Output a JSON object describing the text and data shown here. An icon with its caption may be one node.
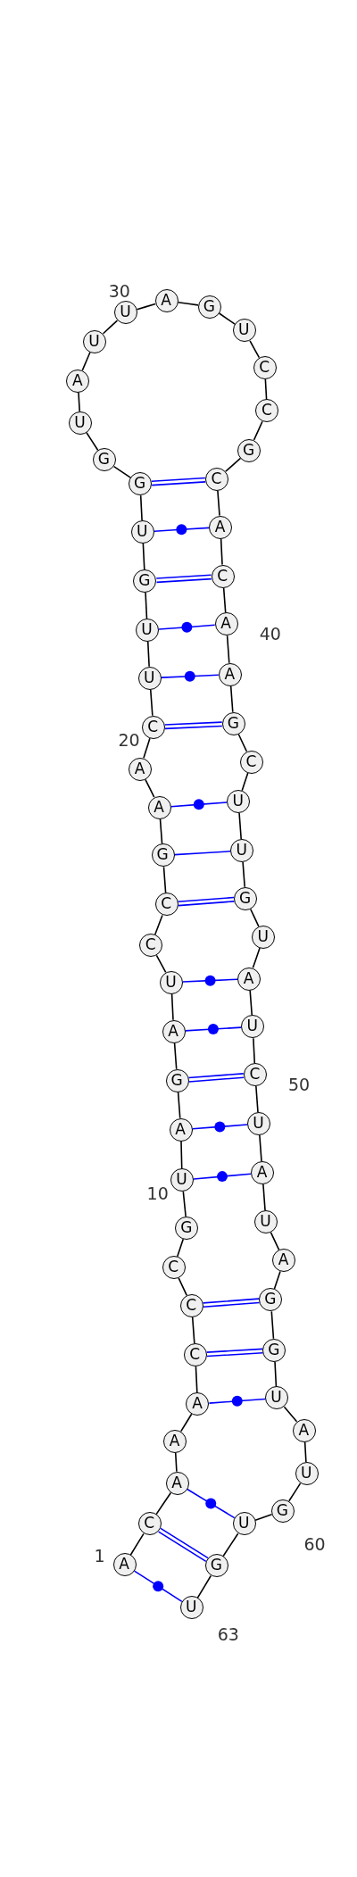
{
  "diagram": {
    "nodes": [
      {
        "text": [
          "A"
        ],
        "beside": [
          "1"
        ]
      },
      {
        "text": [
          "C"
        ]
      },
      {
        "text": [
          "A"
        ]
      },
      {
        "text": [
          "A"
        ]
      },
      {
        "text": [
          "A"
        ]
      },
      {
        "text": [
          "C"
        ]
      },
      {
        "text": [
          "C"
        ]
      },
      {
        "text": [
          "C"
        ]
      },
      {
        "text": [
          "G"
        ]
      },
      {
        "text": [
          "U"
        ],
        "beside": [
          "10"
        ]
      },
      {
        "text": [
          "A"
        ]
      },
      {
        "text": [
          "G"
        ]
      },
      {
        "text": [
          "A"
        ]
      },
      {
        "text": [
          "U"
        ]
      },
      {
        "text": [
          "C"
        ]
      },
      {
        "text": [
          "C"
        ]
      },
      {
        "text": [
          "G"
        ]
      },
      {
        "text": [
          "A"
        ]
      },
      {
        "text": [
          "A"
        ]
      },
      {
        "text": [
          "C"
        ],
        "beside": [
          "20"
        ]
      },
      {
        "text": [
          "U"
        ]
      },
      {
        "text": [
          "U"
        ]
      },
      {
        "text": [
          "G"
        ]
      },
      {
        "text": [
          "U"
        ]
      },
      {
        "text": [
          "G"
        ]
      },
      {
        "text": [
          "G"
        ]
      },
      {
        "text": [
          "U"
        ]
      },
      {
        "text": [
          "A"
        ]
      },
      {
        "text": [
          "U"
        ]
      },
      {
        "text": [
          "U"
        ],
        "beside": [
          "30"
        ]
      },
      {
        "text": [
          "A"
        ]
      },
      {
        "text": [
          "G"
        ]
      },
      {
        "text": [
          "U"
        ]
      },
      {
        "text": [
          "C"
        ]
      },
      {
        "text": [
          "C"
        ]
      },
      {
        "text": [
          "G"
        ]
      },
      {
        "text": [
          "C"
        ]
      },
      {
        "text": [
          "A"
        ]
      },
      {
        "text": [
          "C"
        ]
      },
      {
        "text": [
          "A"
        ],
        "beside": [
          "40"
        ]
      },
      {
        "text": [
          "A"
        ]
      },
      {
        "text": [
          "G"
        ]
      },
      {
        "text": [
          "C"
        ]
      },
      {
        "text": [
          "U"
        ]
      },
      {
        "text": [
          "U"
        ]
      },
      {
        "text": [
          "G"
        ]
      },
      {
        "text": [
          "U"
        ]
      },
      {
        "text": [
          "A"
        ]
      },
      {
        "text": [
          "U"
        ]
      },
      {
        "text": [
          "C"
        ],
        "beside": [
          "50"
        ]
      },
      {
        "text": [
          "U"
        ]
      },
      {
        "text": [
          "A"
        ]
      },
      {
        "text": [
          "U"
        ]
      },
      {
        "text": [
          "A"
        ]
      },
      {
        "text": [
          "G"
        ]
      },
      {
        "text": [
          "G"
        ]
      },
      {
        "text": [
          "U"
        ]
      },
      {
        "text": [
          "A"
        ]
      },
      {
        "text": [
          "U"
        ]
      },
      {
        "text": [
          "G"
        ],
        "beside": [
          "60"
        ]
      },
      {
        "text": [
          "U"
        ]
      },
      {
        "text": [
          "G"
        ]
      },
      {
        "text": [
          "U"
        ],
        "beside": [
          "63"
        ]
      }
    ],
    "edges": [
      {
        "from": 0,
        "to": 1,
        "arrow": "none"
      },
      {
        "from": 1,
        "to": 2,
        "arrow": "none"
      },
      {
        "from": 2,
        "to": 3,
        "arrow": "none"
      },
      {
        "from": 3,
        "to": 4,
        "arrow": "none"
      },
      {
        "from": 4,
        "to": 5,
        "arrow": "none"
      },
      {
        "from": 5,
        "to": 6,
        "arrow": "none"
      },
      {
        "from": 6,
        "to": 7,
        "arrow": "none"
      },
      {
        "from": 7,
        "to": 8,
        "arrow": "none"
      },
      {
        "from": 8,
        "to": 9,
        "arrow": "none"
      },
      {
        "from": 9,
        "to": 10,
        "arrow": "none"
      },
      {
        "from": 10,
        "to": 11,
        "arrow": "none"
      },
      {
        "from": 11,
        "to": 12,
        "arrow": "none"
      },
      {
        "from": 12,
        "to": 13,
        "arrow": "none"
      },
      {
        "from": 13,
        "to": 14,
        "arrow": "none"
      },
      {
        "from": 14,
        "to": 15,
        "arrow": "none"
      },
      {
        "from": 15,
        "to": 16,
        "arrow": "none"
      },
      {
        "from": 16,
        "to": 17,
        "arrow": "none"
      },
      {
        "from": 17,
        "to": 18,
        "arrow": "none"
      },
      {
        "from": 18,
        "to": 19,
        "arrow": "none"
      },
      {
        "from": 19,
        "to": 20,
        "arrow": "none"
      },
      {
        "from": 20,
        "to": 21,
        "arrow": "none"
      },
      {
        "from": 21,
        "to": 22,
        "arrow": "none"
      },
      {
        "from": 22,
        "to": 23,
        "arrow": "none"
      },
      {
        "from": 23,
        "to": 24,
        "arrow": "none"
      },
      {
        "from": 24,
        "to": 25,
        "arrow": "none"
      },
      {
        "from": 25,
        "to": 26,
        "arrow": "none"
      },
      {
        "from": 26,
        "to": 27,
        "arrow": "none"
      },
      {
        "from": 27,
        "to": 28,
        "arrow": "none"
      },
      {
        "from": 28,
        "to": 29,
        "arrow": "none"
      },
      {
        "from": 29,
        "to": 30,
        "arrow": "none"
      },
      {
        "from": 30,
        "to": 31,
        "arrow": "none"
      },
      {
        "from": 31,
        "to": 32,
        "arrow": "none"
      },
      {
        "from": 32,
        "to": 33,
        "arrow": "none"
      },
      {
        "from": 33,
        "to": 34,
        "arrow": "none"
      },
      {
        "from": 34,
        "to": 35,
        "arrow": "none"
      },
      {
        "from": 35,
        "to": 36,
        "arrow": "none"
      },
      {
        "from": 36,
        "to": 37,
        "arrow": "none"
      },
      {
        "from": 37,
        "to": 38,
        "arrow": "none"
      },
      {
        "from": 38,
        "to": 39,
        "arrow": "none"
      },
      {
        "from": 39,
        "to": 40,
        "arrow": "none"
      },
      {
        "from": 40,
        "to": 41,
        "arrow": "none"
      },
      {
        "from": 41,
        "to": 42,
        "arrow": "none"
      },
      {
        "from": 42,
        "to": 43,
        "arrow": "none"
      },
      {
        "from": 43,
        "to": 44,
        "arrow": "none"
      },
      {
        "from": 44,
        "to": 45,
        "arrow": "none"
      },
      {
        "from": 45,
        "to": 46,
        "arrow": "none"
      },
      {
        "from": 46,
        "to": 47,
        "arrow": "none"
      },
      {
        "from": 47,
        "to": 48,
        "arrow": "none"
      },
      {
        "from": 48,
        "to": 49,
        "arrow": "none"
      },
      {
        "from": 49,
        "to": 50,
        "arrow": "none"
      },
      {
        "from": 50,
        "to": 51,
        "arrow": "none"
      },
      {
        "from": 51,
        "to": 52,
        "arrow": "none"
      },
      {
        "from": 52,
        "to": 53,
        "arrow": "none"
      },
      {
        "from": 53,
        "to": 54,
        "arrow": "none"
      },
      {
        "from": 54,
        "to": 55,
        "arrow": "none"
      },
      {
        "from": 55,
        "to": 56,
        "arrow": "none"
      },
      {
        "from": 56,
        "to": 57,
        "arrow": "none"
      },
      {
        "from": 57,
        "to": 58,
        "arrow": "none"
      },
      {
        "from": 58,
        "to": 59,
        "arrow": "none"
      },
      {
        "from": 59,
        "to": 60,
        "arrow": "none"
      },
      {
        "from": 60,
        "to": 61,
        "arrow": "none"
      },
      {
        "from": 61,
        "to": 62,
        "arrow": "none"
      },
      {
        "from": 0,
        "to": 62,
        "arrow": "none",
        "color": "#0000ff"
      },
      {
        "from": 1,
        "to": 61,
        "arrow": "none",
        "color": "#0000ff"
      },
      {
        "from": 2,
        "to": 60,
        "arrow": "none",
        "color": "#0000ff"
      },
      {
        "from": 4,
        "to": 56,
        "arrow": "none",
        "color": "#0000ff"
      },
      {
        "from": 5,
        "to": 55,
        "arrow": "none",
        "color": "#0000ff"
      },
      {
        "from": 6,
        "to": 54,
        "arrow": "none",
        "color": "#0000ff"
      },
      {
        "from": 9,
        "to": 51,
        "arrow": "none",
        "color": "#0000ff"
      },
      {
        "from": 10,
        "to": 50,
        "arrow": "none",
        "color": "#0000ff"
      },
      {
        "from": 11,
        "to": 49,
        "arrow": "none",
        "color": "#0000ff"
      },
      {
        "from": 12,
        "to": 48,
        "arrow": "none",
        "color": "#0000ff"
      },
      {
        "from": 13,
        "to": 47,
        "arrow": "none",
        "color": "#0000ff"
      },
      {
        "from": 15,
        "to": 45,
        "arrow": "none",
        "color": "#0000ff"
      },
      {
        "from": 16,
        "to": 44,
        "arrow": "none",
        "color": "#0000ff"
      },
      {
        "from": 17,
        "to": 43,
        "arrow": "none",
        "color": "#0000ff"
      },
      {
        "from": 19,
        "to": 41,
        "arrow": "none",
        "color": "#0000ff"
      },
      {
        "from": 20,
        "to": 40,
        "arrow": "none",
        "color": "#0000ff"
      },
      {
        "from": 21,
        "to": 39,
        "arrow": "none",
        "color": "#0000ff"
      },
      {
        "from": 22,
        "to": 38,
        "arrow": "none",
        "color": "#0000ff"
      },
      {
        "from": 23,
        "to": 37,
        "arrow": "none",
        "color": "#0000ff"
      },
      {
        "from": 24,
        "to": 36,
        "arrow": "none",
        "color": "#0000ff"
      }
    ]
  }
}
